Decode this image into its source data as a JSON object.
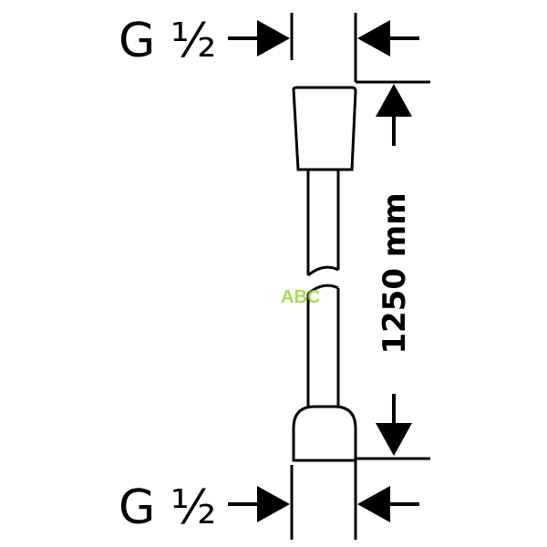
{
  "diagram": {
    "top_thread_label": "G ½",
    "bottom_thread_label": "G ½",
    "length_label": "1250 mm",
    "watermark": "ABC",
    "line_color": "#000000",
    "watermark_color": "#9fd04a"
  }
}
